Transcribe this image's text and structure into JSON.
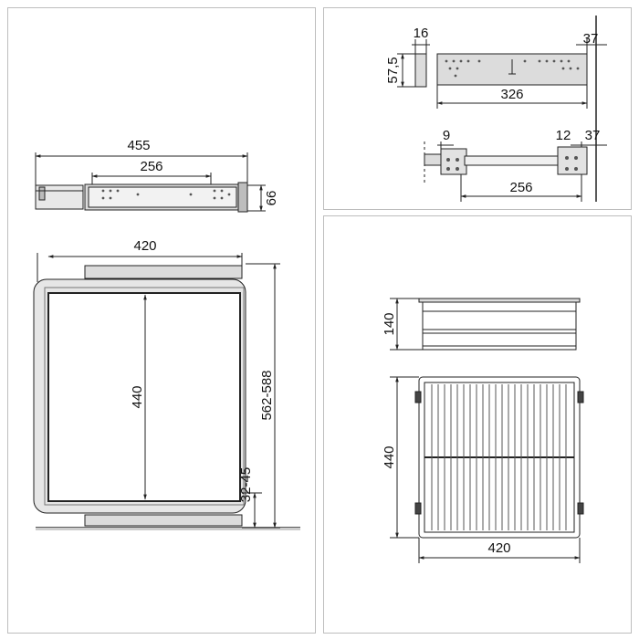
{
  "left_panel": {
    "slide": {
      "overall_length": "455",
      "hole_spacing": "256",
      "height": "66"
    },
    "frame": {
      "width": "420",
      "depth": "440",
      "cabinet_depth": "562-588",
      "offset": "32-45"
    }
  },
  "top_right_panel": {
    "bracket": {
      "thickness": "16",
      "height": "57,5",
      "length": "326",
      "edge_distance": "37"
    },
    "side_view": {
      "left_offset": "9",
      "right_offset": "12",
      "hole_spacing": "256",
      "edge_distance": "37"
    }
  },
  "bottom_right_panel": {
    "basket": {
      "height": "140",
      "depth": "440",
      "width": "420"
    }
  },
  "colors": {
    "line": "#222222",
    "frame_fill": "#d6d6d6",
    "panel_border": "#bdbdbd"
  }
}
